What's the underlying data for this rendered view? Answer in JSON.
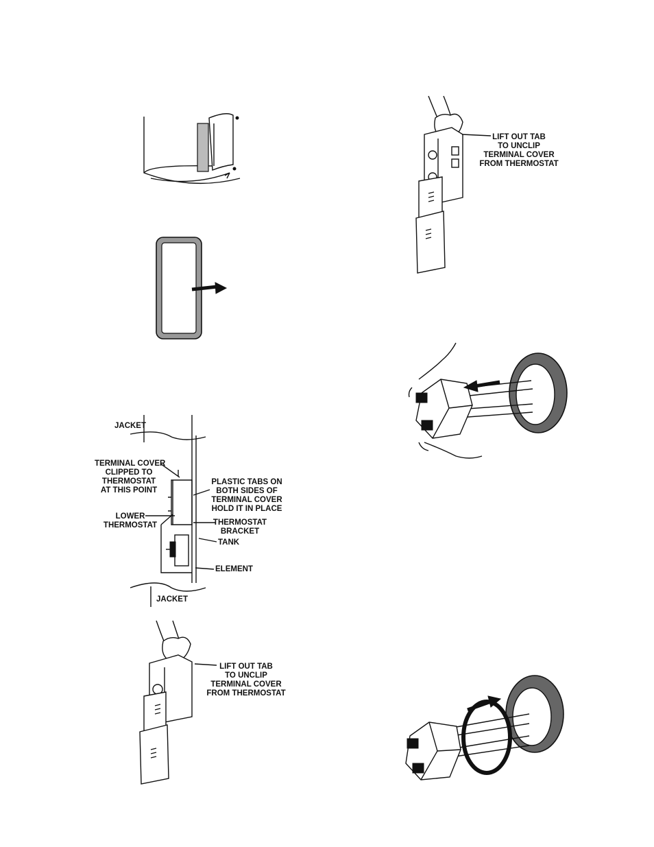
{
  "figures": {
    "fig_thermostat_bracket": {
      "jacket_top": "JACKET",
      "terminal_cover": [
        "TERMINAL COVER",
        "CLIPPED TO",
        "THERMOSTAT",
        "AT THIS POINT"
      ],
      "plastic_tabs": [
        "PLASTIC TABS ON",
        "BOTH SIDES OF",
        "TERMINAL COVER",
        "HOLD IT IN PLACE"
      ],
      "lower_thermostat": [
        "LOWER",
        "THERMOSTAT"
      ],
      "thermostat_bracket": [
        "THERMOSTAT",
        "BRACKET"
      ],
      "tank": "TANK",
      "element": "ELEMENT",
      "jacket_bottom": "JACKET"
    },
    "fig_lift_tab_left": {
      "callout": [
        "LIFT OUT TAB",
        "TO UNCLIP",
        "TERMINAL COVER",
        "FROM THERMOSTAT"
      ]
    },
    "fig_lift_tab_right": {
      "callout": [
        "LIFT OUT TAB",
        "TO UNCLIP",
        "TERMINAL COVER",
        "FROM THERMOSTAT"
      ]
    }
  }
}
